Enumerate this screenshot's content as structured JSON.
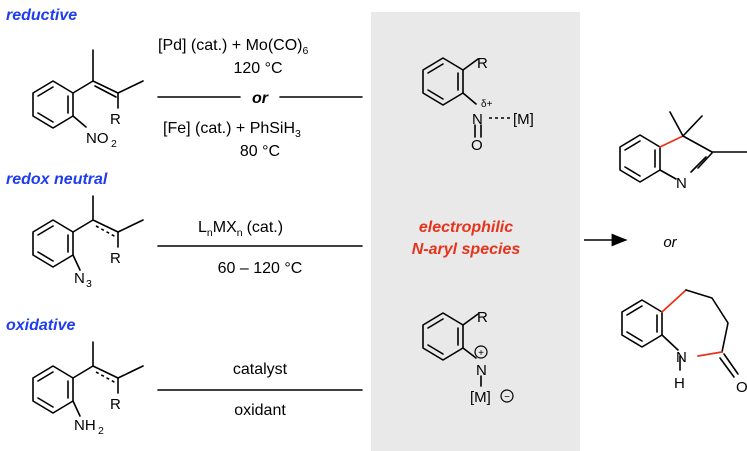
{
  "colors": {
    "section_label": "#1f3df0",
    "highlight": "#e8331c",
    "intermediate_bg": "#e9e9e9"
  },
  "sections": {
    "reductive": "reductive",
    "redox_neutral": "redox neutral",
    "oxidative": "oxidative"
  },
  "substituents": {
    "R": "R",
    "NO2_main": "NO",
    "NO2_sub": "2",
    "N3_main": "N",
    "N3_sub": "3",
    "NH2_main": "NH",
    "NH2_sub": "2"
  },
  "conditions": {
    "reductive_pd": "[Pd] (cat.) + Mo(CO)",
    "reductive_pd_sub": "6",
    "reductive_pd_temp": "120 °C",
    "or_label": "or",
    "reductive_fe": "[Fe] (cat.) + PhSiH",
    "reductive_fe_sub": "3",
    "reductive_fe_temp": "80 °C",
    "neutral_L": "L",
    "neutral_L_sub": "n",
    "neutral_MX": "MX",
    "neutral_MX_sub": "n",
    "neutral_cat": "(cat.)",
    "neutral_temp": "60 – 120 °C",
    "oxidative_top": "catalyst",
    "oxidative_bottom": "oxidant"
  },
  "intermediate": {
    "line1": "electrophilic",
    "line2": "N-aryl species",
    "nitroso_N": "N",
    "nitroso_O": "O",
    "delta_plus": "δ+",
    "metal_label": "[M]",
    "nitrenium_N": "N",
    "nitrenium_metal": "[M]",
    "plus_sign": "+",
    "minus_sign": "−"
  },
  "products": {
    "or_label": "or",
    "indolenine_N": "N",
    "lactam_N": "N",
    "lactam_H": "H",
    "lactam_O": "O"
  }
}
